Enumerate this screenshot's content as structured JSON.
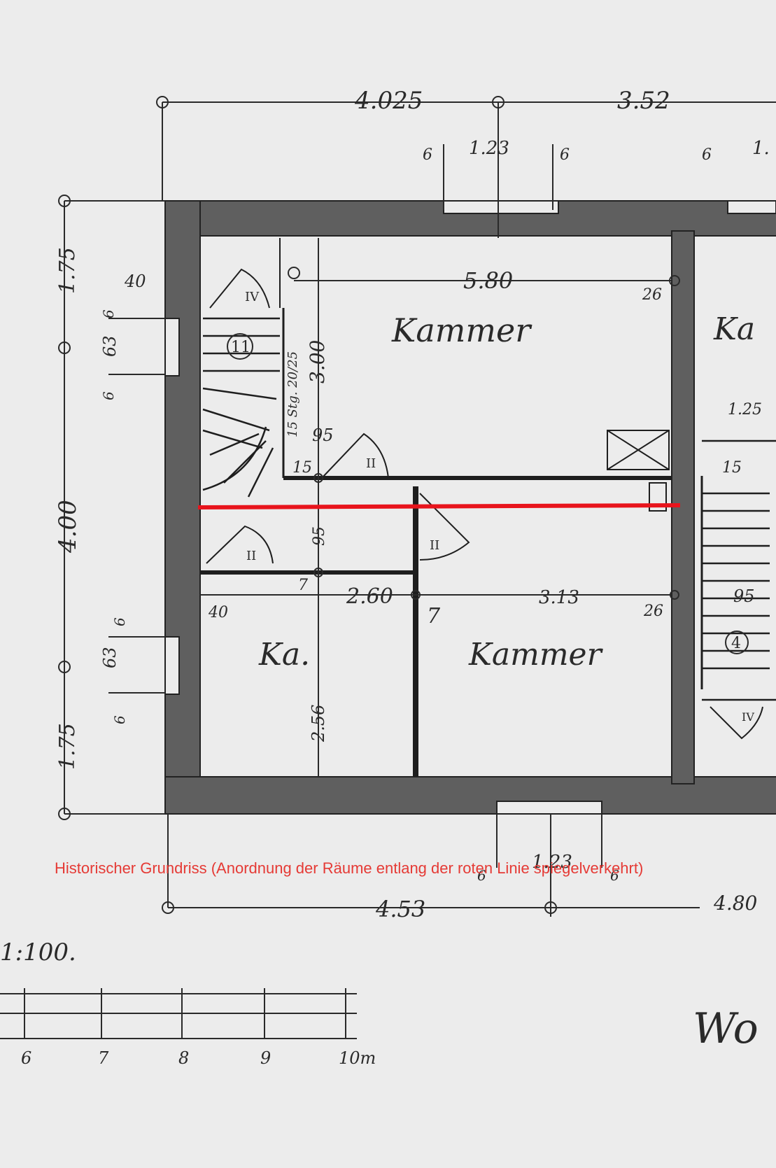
{
  "caption": "Historischer Grundriss (Anordnung der Räume entlang der roten Linie spiegelverkehrt)",
  "colors": {
    "paper": "#ececec",
    "wall": "#5f5f5f",
    "ink": "#2a2a2a",
    "marker": "#e8141c",
    "caption": "#e53a35"
  },
  "dimensions": {
    "top_left": "4.025",
    "top_right": "3.52",
    "window_top": "1.23",
    "window_top_right": "1.",
    "window_side_a": "6",
    "window_side_b": "6",
    "window_side_c": "6",
    "left_upper": "1.75",
    "left_middle": "4.00",
    "left_lower": "1.75",
    "wall_40_top": "40",
    "window_left_upper_a": "6",
    "window_left_upper_63": "63",
    "window_left_upper_b": "6",
    "width_kammer": "5.80",
    "wall_26_top": "26",
    "stairs_label": "15 Stg. 20/25",
    "height_kammer": "3.00",
    "stairs_11": "11",
    "door_95_upper": "95",
    "wall_15": "15",
    "right_125": "1.25",
    "right_15": "15",
    "door_95_mid": "95",
    "wall_7": "7",
    "width_260": "2.60",
    "width_313": "3.13",
    "wall_40_bottom": "40",
    "wall_26_bottom": "26",
    "right_95": "95",
    "wall_7_b": "7",
    "stairs_4": "4",
    "window_left_lower_a": "6",
    "window_left_lower_63": "63",
    "window_left_lower_b": "6",
    "height_ka": "2.56",
    "window_bottom": "1.23",
    "window_bottom_a": "6",
    "window_bottom_b": "6",
    "bottom_453": "4.53",
    "bottom_480": "4.80",
    "scale": "1:100.",
    "scale_6": "6",
    "scale_7": "7",
    "scale_8": "8",
    "scale_9": "9",
    "scale_10": "10m",
    "wo_fragment": "Wo"
  },
  "rooms": {
    "kammer_upper": "Kammer",
    "kammer_lower": "Kammer",
    "ka_lower": "Ka.",
    "ka_right": "Ka"
  },
  "door_marks": {
    "d1": "IV",
    "d2": "II",
    "d3": "II",
    "d4": "II",
    "d5": "IV"
  }
}
